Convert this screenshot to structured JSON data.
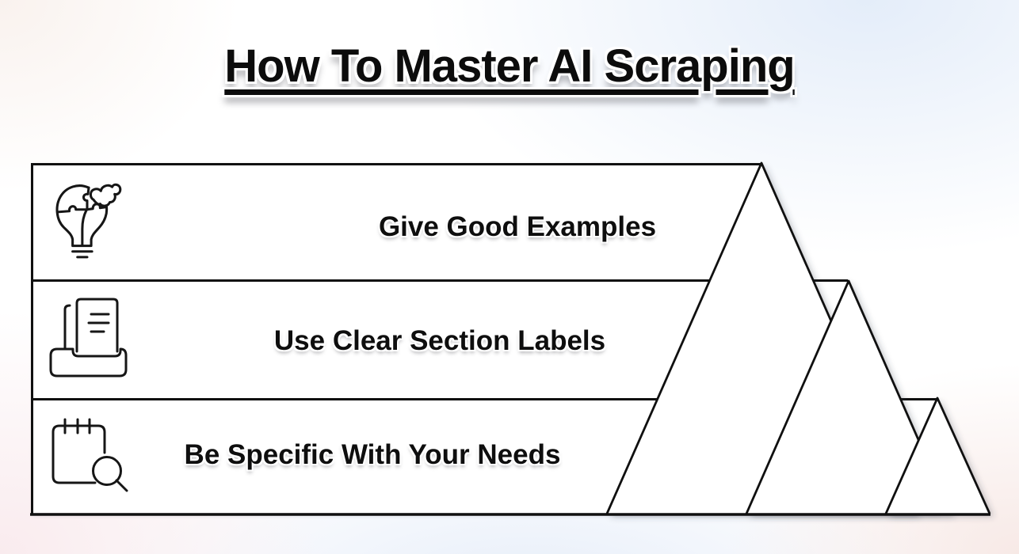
{
  "title": "How To Master AI Scraping",
  "rows": [
    {
      "label": "Give Good Examples",
      "icon": "puzzle-lightbulb-icon"
    },
    {
      "label": "Use Clear Section Labels",
      "icon": "document-tray-icon"
    },
    {
      "label": "Be Specific With Your Needs",
      "icon": "notepad-search-icon"
    }
  ],
  "colors": {
    "ink": "#111111",
    "panel_fill": "#ffffff",
    "background_blue_tint": "#e4edf9",
    "background_pink_tint": "#f8ecee"
  }
}
